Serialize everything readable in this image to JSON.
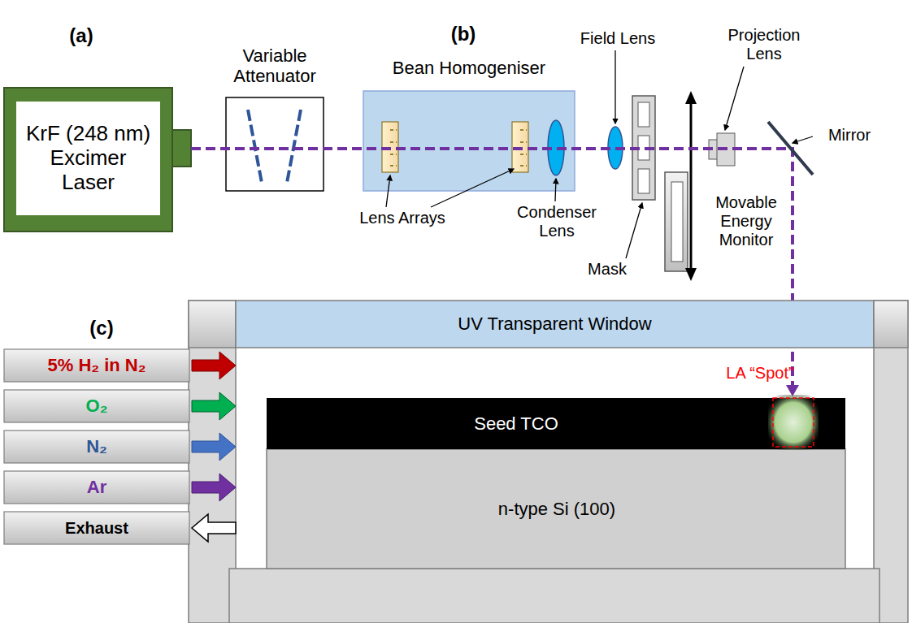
{
  "diagram": {
    "nodes": [
      {
        "text": [
          "KrF  (248 nm) Excimer Laser"
        ]
      },
      {
        "text": [
          "Variable Attenuator"
        ]
      },
      {
        "text": [
          "Bean Homogeniser"
        ]
      },
      {
        "text": [
          "UV Transparent Window"
        ]
      },
      {
        "text": [
          "5% H₂ in N₂"
        ]
      },
      {
        "text": [
          "O₂"
        ]
      },
      {
        "text": [
          "N₂"
        ]
      },
      {
        "text": [
          "Ar"
        ]
      },
      {
        "text": [
          "Exhaust"
        ]
      },
      {
        "text": [
          "Seed TCO"
        ]
      },
      {
        "text": [
          "n-type Si (100)"
        ]
      }
    ],
    "labels": [
      "(a)",
      "(b)",
      "(c)",
      "Lens Arrays",
      "Condenser Lens",
      "Field Lens",
      "Mask",
      "Projection Lens",
      "Movable Energy Monitor",
      "Mirror",
      "LA “Spot”"
    ]
  }
}
